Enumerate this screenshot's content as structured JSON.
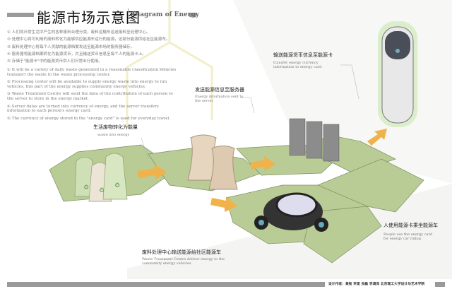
{
  "header": {
    "title_cn": "能源市场示意图",
    "title_en": "Diagram of Energy"
  },
  "steps_cn": [
    "① 人们将日常生活中产生的各种废料合理分类，废料运输车运送废料至处理中心。",
    "② 处理中心将可利用的废料转化为能够供应能源车运行的能源，这部分能源供给社区能源车。",
    "③ 废料处理中心将每个人贡献的能源档案发送至能源市场的服务器储存。",
    "④ 服务器将能源档案转化为能源货币，并且输送货币信息至每个人的能源卡上。",
    "⑤ 存储于\"能源卡\"中的能源货币供人们日常出行使用。"
  ],
  "steps_en": [
    "① It will be a variety of daily waste generated in a reasonable classification.Vehicles transport the waste to the waste processing center.",
    "② Processing center will be available to supply energy waste into energy to run vehicles, this part of the energy supplies community energy vehicles.",
    "③ Waste Treatment Centre will send the data of  the contribution of each person to the server to store in the energy market.",
    "④ Server datas are turned into currency of energy, and the server transfers information to each person's energy card.",
    "⑤ The currency of energy stored in the \"energy card\" is used for everyday travel."
  ],
  "labels": {
    "waste": {
      "cn": "生活废物转化为能量",
      "en": "waste into energy"
    },
    "server": {
      "cn": "发送能源信息至服务器",
      "en": "Energy information sent to the server"
    },
    "card": {
      "cn": "输送能源货币信息至能源卡",
      "en": "transfer energy currency information to energy card"
    },
    "vehicle": {
      "cn": "废料处理中心输送能源给社区能源车",
      "en": "Waste Treatment Centre deliver energy to the community energy vehicles"
    },
    "ride": {
      "cn": "人使用能源卡乘坐能源车",
      "en": "People use the energy card for energy car riding"
    }
  },
  "footer": {
    "credits": "设计作者：黄智  李宽  良磊  李满深      北京理工大学设计与艺术学院"
  },
  "colors": {
    "hex_green": "#b9cc96",
    "arrow_orange": "#f0b24a",
    "bar_gray": "#9a9a9a"
  }
}
